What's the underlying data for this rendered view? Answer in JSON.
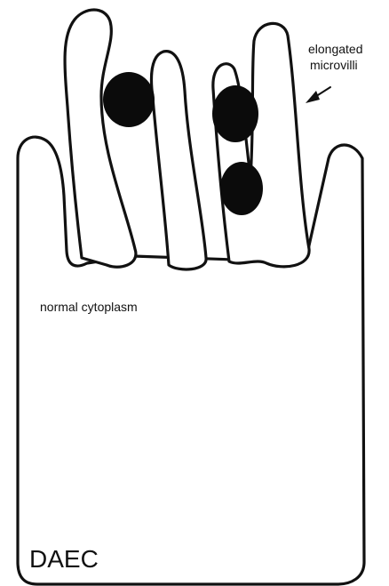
{
  "labels": {
    "microvilli_line1": "elongated",
    "microvilli_line2": "microvilli",
    "cytoplasm": "normal cytoplasm",
    "cell_type": "DAEC"
  },
  "colors": {
    "outline": "#111111",
    "bacteria": "#0b0b0b",
    "background": "#ffffff"
  }
}
